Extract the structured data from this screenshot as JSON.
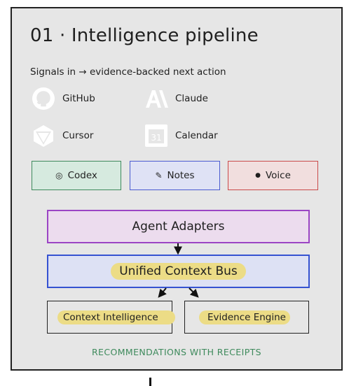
{
  "diagram": {
    "title": "01 · Intelligence pipeline",
    "subtitle": "Signals in → evidence-backed next action",
    "signals": [
      {
        "label": "GitHub",
        "icon": "github-icon"
      },
      {
        "label": "Claude",
        "icon": "claude-icon"
      },
      {
        "label": "Cursor",
        "icon": "cursor-icon"
      },
      {
        "label": "Calendar",
        "icon": "calendar-icon",
        "icon_text": "31"
      }
    ],
    "chips": [
      {
        "label": "Codex",
        "glyph": "◎",
        "icon": "codex-icon"
      },
      {
        "label": "Notes",
        "glyph": "✎",
        "icon": "pencil-icon"
      },
      {
        "label": "Voice",
        "glyph": "●",
        "icon": "dot-icon"
      }
    ],
    "stages": {
      "adapters": "Agent Adapters",
      "bus": "Unified Context Bus",
      "context": "Context Intelligence",
      "evidence": "Evidence Engine"
    },
    "footer": "RECOMMENDATIONS WITH RECEIPTS"
  },
  "colors": {
    "panel_bg": "#e6e6e6",
    "codex_bg": "#d6eadf",
    "codex_border": "#3e8a5c",
    "notes_bg": "#dfe2f5",
    "notes_border": "#4a5bd0",
    "voice_bg": "#f1dede",
    "voice_border": "#c94a4a",
    "adapters_bg": "#ecdcee",
    "adapters_border": "#9b45c4",
    "bus_bg": "#dde1f4",
    "bus_border": "#3552d1",
    "highlight": "#ecdc86",
    "footer_text": "#3e8a5c"
  }
}
